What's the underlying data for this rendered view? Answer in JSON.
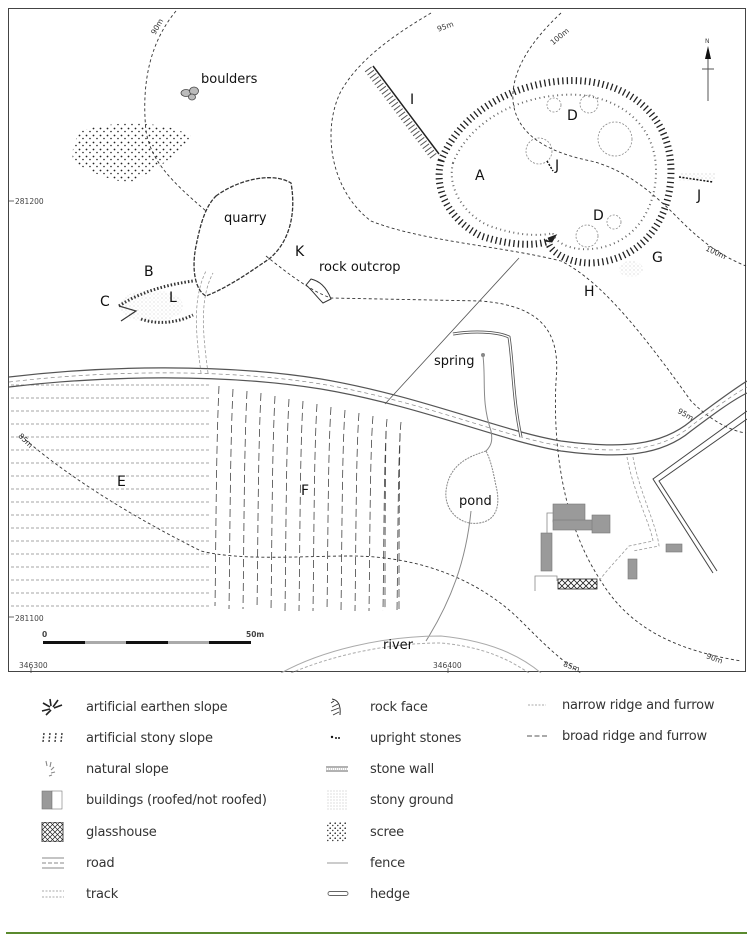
{
  "map": {
    "feature_labels": {
      "boulders": "boulders",
      "quarry": "quarry",
      "rock_outcrop": "rock outcrop",
      "spring": "spring",
      "pond": "pond",
      "river": "river",
      "A": "A",
      "B": "B",
      "C": "C",
      "D_north": "D",
      "D_south": "D",
      "E": "E",
      "F": "F",
      "G": "G",
      "H": "H",
      "I": "I",
      "J_centre": "J",
      "J_east": "J",
      "K": "K",
      "L": "L"
    },
    "contours": {
      "c90_top": "90m",
      "c95_top": "95m",
      "c100_top": "100m",
      "c100_east": "100m",
      "c95_east": "95m",
      "c85_west": "85m",
      "c85_south": "85m",
      "c90_south": "90m"
    },
    "grid_coords": {
      "n81200": "281200",
      "n81100": "281100",
      "e46300": "346300",
      "e46400": "346400"
    },
    "scale_bar": {
      "start": "0",
      "end": "50m"
    },
    "north_arrow": "N"
  },
  "legend": {
    "col1": [
      {
        "label": "artificial earthen slope",
        "icon": "earthen-slope-icon"
      },
      {
        "label": "artificial stony slope",
        "icon": "stony-slope-icon"
      },
      {
        "label": "natural slope",
        "icon": "natural-slope-icon"
      },
      {
        "label": "buildings (roofed/not roofed)",
        "icon": "building-icon"
      },
      {
        "label": "glasshouse",
        "icon": "glasshouse-icon"
      },
      {
        "label": "road",
        "icon": "road-icon"
      },
      {
        "label": "track",
        "icon": "track-icon"
      }
    ],
    "col2": [
      {
        "label": "rock face",
        "icon": "rock-face-icon"
      },
      {
        "label": "upright stones",
        "icon": "upright-stones-icon"
      },
      {
        "label": "stone wall",
        "icon": "stone-wall-icon"
      },
      {
        "label": "stony ground",
        "icon": "stony-ground-icon"
      },
      {
        "label": "scree",
        "icon": "scree-icon"
      },
      {
        "label": "fence",
        "icon": "fence-icon"
      },
      {
        "label": "hedge",
        "icon": "hedge-icon"
      }
    ],
    "col3": [
      {
        "label": "narrow ridge and furrow",
        "icon": "narrow-ridge-furrow-icon"
      },
      {
        "label": "broad ridge and furrow",
        "icon": "broad-ridge-furrow-icon"
      }
    ]
  },
  "colors": {
    "building": "#9a9a9a",
    "rule": "#5a8a2e",
    "frame": "#444444"
  }
}
